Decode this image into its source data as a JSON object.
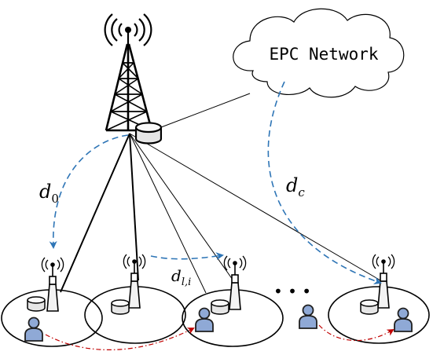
{
  "diagram": {
    "cloud_label": "EPC Network",
    "d0_main": "d",
    "d0_sub": "0",
    "dc_main": "d",
    "dc_sub": "c",
    "dli_main": "d",
    "dli_sub": "l,i",
    "ellipsis": "• • •",
    "colors": {
      "backhaul_arrow": "#2E75B6",
      "user_link": "#C00000",
      "user_fill": "#8FA9D6",
      "line": "#000000"
    },
    "icons": [
      "tower-icon",
      "antenna-icon",
      "router-icon",
      "user-icon",
      "cloud-icon"
    ]
  }
}
